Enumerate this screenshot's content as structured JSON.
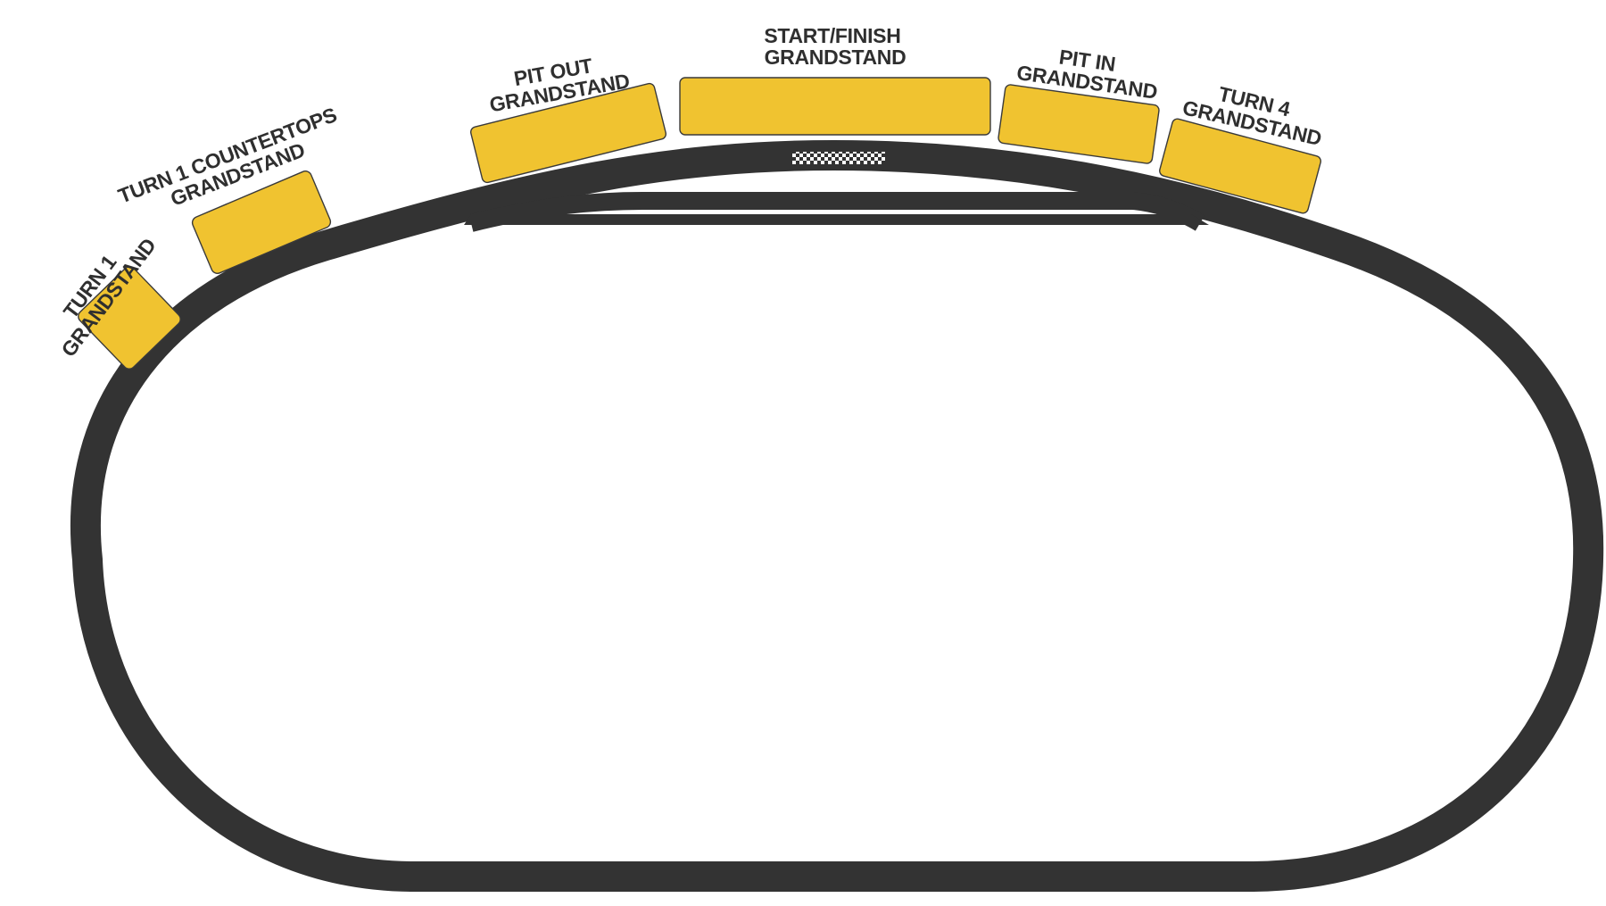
{
  "colors": {
    "track": "#333333",
    "grandstand": "#f0c330",
    "grandstand_outline": "#3a3a3a",
    "label": "#2f2f2f",
    "background": "#ffffff"
  },
  "grandstands": [
    {
      "id": "turn-1",
      "lines": [
        "TURN 1",
        "GRANDSTAND"
      ]
    },
    {
      "id": "turn-1-countertops",
      "lines": [
        "TURN 1 COUNTERTOPS",
        "GRANDSTAND"
      ]
    },
    {
      "id": "pit-out",
      "lines": [
        "PIT OUT",
        "GRANDSTAND"
      ]
    },
    {
      "id": "start-finish",
      "lines": [
        "START/FINISH",
        "GRANDSTAND"
      ]
    },
    {
      "id": "pit-in",
      "lines": [
        "PIT IN",
        "GRANDSTAND"
      ]
    },
    {
      "id": "turn-4",
      "lines": [
        "TURN 4",
        "GRANDSTAND"
      ]
    }
  ]
}
